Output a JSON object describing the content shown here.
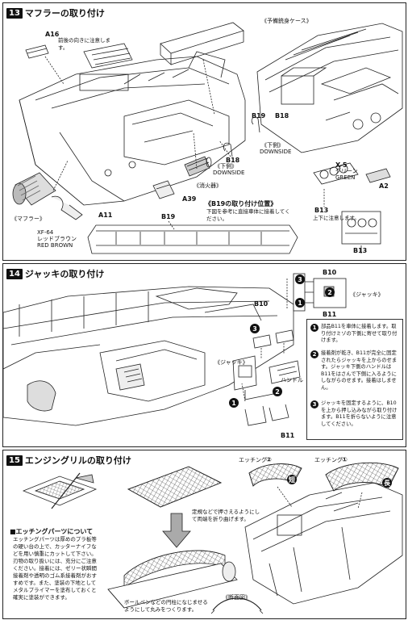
{
  "section13": {
    "num": "13",
    "title": "マフラーの取り付け",
    "a16": "A16",
    "a16_note": "前後の向きに注意します。",
    "spare_case": "《予備銃身ケース》",
    "b19": "B19",
    "b18": "B18",
    "downside": "《下側》",
    "downside_en": "DOWNSIDE",
    "b18_low": "B18",
    "fire_ext": "《消火器》",
    "a39": "A39",
    "muffler": "《マフラー》",
    "a11": "A11",
    "xf64": "XF-64",
    "xf64_jp": "レッドブラウン",
    "xf64_en": "RED BROWN",
    "b19_pos_title": "《B19の取り付け位置》",
    "b19_pos_note": "下図を参考に直接車体に接着してください。",
    "b19_small": "B19",
    "x5": "X-5",
    "x5_jp": "グリーン",
    "x5_en": "GREEN",
    "a2": "A2",
    "b13": "B13",
    "b13_note": "上下に注意します。",
    "b13_low": "B13"
  },
  "section14": {
    "num": "14",
    "title": "ジャッキの取り付け",
    "b10": "B10",
    "b10_top": "B10",
    "b11": "B11",
    "b11_top": "B11",
    "jack": "《ジャッキ》",
    "jack_top": "《ジャッキ》",
    "handle": "ハンドル",
    "notes": [
      {
        "n": "1",
        "text": "部品B11を車体に接着します。取り付けミゾの下側に寄せて取り付けます。"
      },
      {
        "n": "2",
        "text": "接着剤が乾き、B11が完全に固定されたらジャッキを上からのせます。ジャッキ下側のハンドルはB11をはさんで下側に入るようにしながらのせます。接着はしません。"
      },
      {
        "n": "3",
        "text": "ジャッキを固定するように、B10を上から押し込みながら取り付けます。B11を折らないように注意してください。"
      }
    ]
  },
  "section15": {
    "num": "15",
    "title": "エンジングリルの取り付け",
    "etch2": "エッチング",
    "etch2_num": "②",
    "etch2_tag": "短",
    "etch1": "エッチング",
    "etch1_num": "①",
    "etch1_tag": "長",
    "fold_note": "定規などで押さえるようにして両端を折り曲げます。",
    "etch_title": "■エッチングパーツについて",
    "etch_text": "エッチングパーツは厚めのプラ板等の硬い台の上で、カッターナイフなどを用い慎重にカットして下さい。刃物の取り扱いには、充分にご注意ください。接着には、ゼリー状瞬間接着剤や透明のゴム系接着剤がおすすめです。また、塗装の下地としてメタルプライマーを塗布しておくと確実に塗装ができます。",
    "pen_note": "ボールペンなどの円柱になじませるようにして丸みをつくります。",
    "section_view": "《断面図》"
  },
  "colors": {
    "ink": "#111111",
    "border": "#222222",
    "bg": "#ffffff"
  }
}
